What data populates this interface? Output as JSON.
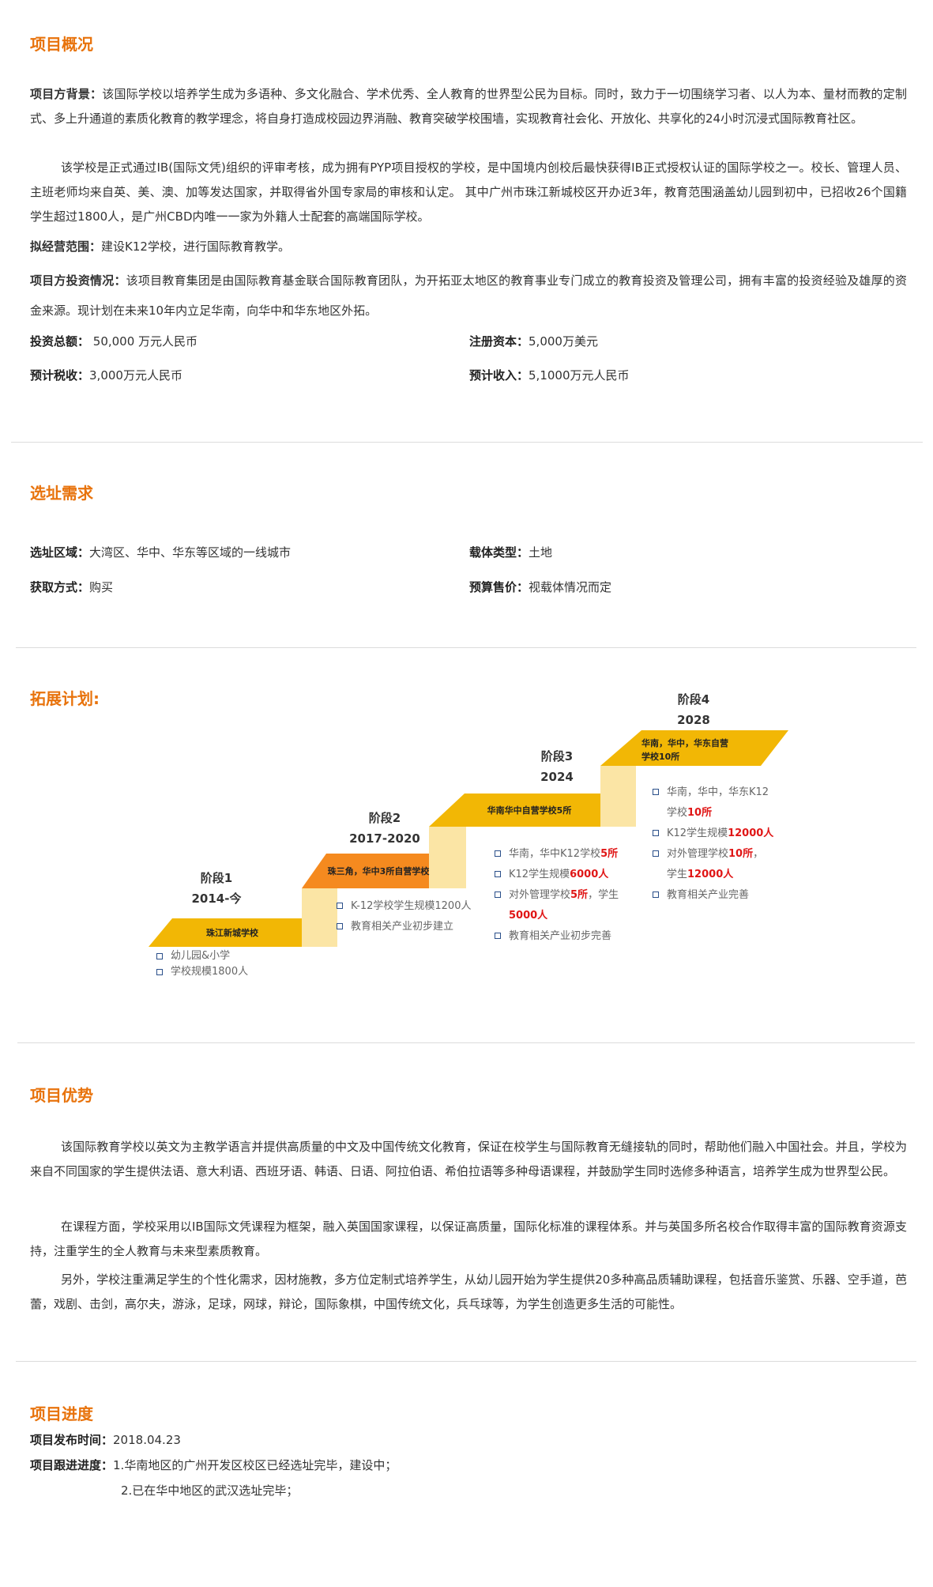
{
  "overview": {
    "title": "项目概况",
    "background_label": "项目方背景：",
    "background_text": "该国际学校以培养学生成为多语种、多文化融合、学术优秀、全人教育的世界型公民为目标。同时，致力于一切围绕学习者、以人为本、量材而教的定制式、多上升通道的素质化教育的教学理念，将自身打造成校园边界消融、教育突破学校围墙，实现教育社会化、开放化、共享化的24小时沉浸式国际教育社区。",
    "school_text": "该学校是正式通过IB(国际文凭)组织的评审考核，成为拥有PYP项目授权的学校，是中国境内创校后最快获得IB正式授权认证的国际学校之一。校长、管理人员、主班老师均来自英、美、澳、加等发达国家，并取得省外国专家局的审核和认定。 其中广州市珠江新城校区开办近3年，教育范围涵盖幼儿园到初中，已招收26个国籍学生超过1800人，是广州CBD内唯一一家为外籍人士配套的高端国际学校。",
    "scope_label": "拟经营范围：",
    "scope_text": "建设K12学校，进行国际教育教学。",
    "investor_label": "项目方投资情况：",
    "investor_text": "该项目教育集团是由国际教育基金联合国际教育团队，为开拓亚太地区的教育事业专门成立的教育投资及管理公司，拥有丰富的投资经验及雄厚的资金来源。现计划在未来10年内立足华南，向华中和华东地区外拓。",
    "total_invest_label": "投资总额：",
    "total_invest_value": " 50,000  万元人民币",
    "reg_capital_label": "注册资本：",
    "reg_capital_value": "5,000万美元",
    "tax_label": "预计税收：",
    "tax_value": "3,000万元人民币",
    "income_label": "预计收入：",
    "income_value": "5,1000万元人民币"
  },
  "site": {
    "title": "选址需求",
    "region_label": "选址区域：",
    "region_value": "大湾区、华中、华东等区域的一线城市",
    "carrier_label": "载体类型：",
    "carrier_value": "土地",
    "acquire_label": "获取方式：",
    "acquire_value": "购买",
    "budget_label": "预算售价：",
    "budget_value": "视载体情况而定"
  },
  "plan": {
    "title": "拓展计划:",
    "stages": [
      {
        "name": "阶段1",
        "years": "2014-今",
        "bar": "珠江新城学校",
        "bullets": [
          "幼儿园&小学",
          "学校规模1800人"
        ]
      },
      {
        "name": "阶段2",
        "years": "2017-2020",
        "bar": "珠三角，华中3所自营学校",
        "bullets": [
          "K-12学校学生规模1200人",
          "教育相关产业初步建立"
        ]
      },
      {
        "name": "阶段3",
        "years": "2024",
        "bar": "华南华中自营学校5所",
        "b1_pre": "华南，华中K12学校",
        "b1_red": "5所",
        "b2_pre": "K12学生规模",
        "b2_red": "6000人",
        "b3_pre": "对外管理学校",
        "b3_red": "5所",
        "b3_post": "，学生",
        "b3_line2_red": "5000人",
        "b4": "教育相关产业初步完善"
      },
      {
        "name": "阶段4",
        "years": "2028",
        "bar_line1": "华南，华中，华东自营",
        "bar_line2": "学校10所",
        "b1_line1": "华南，华中，华东K12",
        "b1_line2_pre": "学校",
        "b1_line2_red": "10所",
        "b2_pre": "K12学生规模",
        "b2_red": "12000人",
        "b3_pre": "对外管理学校",
        "b3_red": "10所",
        "b3_post": "，",
        "b3_line2_pre": "学生",
        "b3_line2_red": "12000人",
        "b4": "教育相关产业完善"
      }
    ],
    "colors": {
      "gold": "#f2b705",
      "gold_light": "#f9d775",
      "gold_pale": "#fbe5a5",
      "orange": "#f58a1f"
    }
  },
  "advantages": {
    "title": "项目优势",
    "p1": "该国际教育学校以英文为主教学语言并提供高质量的中文及中国传统文化教育，保证在校学生与国际教育无缝接轨的同时，帮助他们融入中国社会。并且，学校为来自不同国家的学生提供法语、意大利语、西班牙语、韩语、日语、阿拉伯语、希伯拉语等多种母语课程，并鼓励学生同时选修多种语言，培养学生成为世界型公民。",
    "p2": "在课程方面，学校采用以IB国际文凭课程为框架，融入英国国家课程，以保证高质量，国际化标准的课程体系。并与英国多所名校合作取得丰富的国际教育资源支持，注重学生的全人教育与未来型素质教育。",
    "p3": "另外，学校注重满足学生的个性化需求，因材施教，多方位定制式培养学生，从幼儿园开始为学生提供20多种高品质辅助课程，包括音乐鉴赏、乐器、空手道，芭蕾，戏剧、击剑，高尔夫，游泳，足球，网球，辩论，国际象棋，中国传统文化，兵乓球等，为学生创造更多生活的可能性。"
  },
  "progress": {
    "title": "项目进度",
    "date_label": "项目发布时间：",
    "date_value": "2018.04.23",
    "track_label": "项目跟进进度：",
    "track_1": "1.华南地区的广州开发区校区已经选址完毕，建设中；",
    "track_2": "2.已在华中地区的武汉选址完毕；"
  }
}
